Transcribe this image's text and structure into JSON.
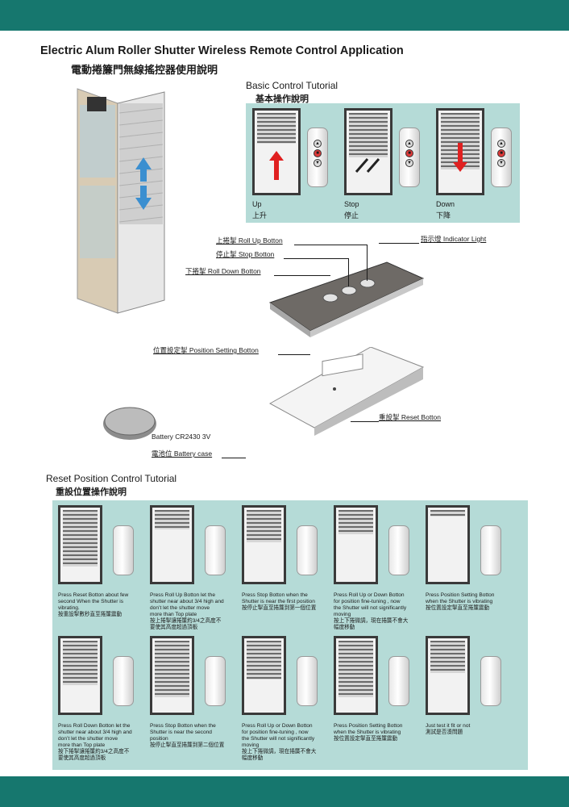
{
  "title_en": "Electric Alum Roller Shutter Wireless Remote Control Application",
  "title_zh": "電動捲簾門無線搖控器使用說明",
  "basic": {
    "title_en": "Basic Control Tutorial",
    "title_zh": "基本操作說明",
    "panels": [
      {
        "label_en": "Up",
        "label_zh": "上升"
      },
      {
        "label_en": "Stop",
        "label_zh": "停止"
      },
      {
        "label_en": "Down",
        "label_zh": "下降"
      }
    ]
  },
  "remote_callouts": {
    "roll_up": "上捲掣 Roll Up Botton",
    "stop": "停止掣 Stop Botton",
    "roll_down": "下捲掣 Roll Down Botton",
    "indicator": "指示燈 Indicator Light",
    "position_setting": "位置設定掣 Position Setting Botton",
    "reset": "重設掣 Reset Botton",
    "battery": "Battery CR2430 3V",
    "battery_case": "電池位 Battery case"
  },
  "remote_symbols": {
    "up": "▲",
    "stop": "■",
    "down": "▼"
  },
  "reset": {
    "title_en": "Reset Position Control Tutorial",
    "title_zh": "重設位置操作說明",
    "steps": [
      {
        "lines": [
          "Press Reset Botton about few",
          "second When the Shutter is",
          "vibrating.",
          "按重設掣數秒直至捲簾震動"
        ]
      },
      {
        "lines": [
          "Press Roll Up Botton let the",
          "shutter near about 3/4 high and",
          "don’t let the shutter move",
          "more than Top plate",
          "按上捲掣讓捲簾約3/4之高度不",
          "要使其高度超過頂板"
        ]
      },
      {
        "lines": [
          "Press Stop Botton when the",
          "Shutter is near the first position",
          "按停止掣直至捲簾到第一個位置"
        ]
      },
      {
        "lines": [
          "Press Roll Up or Down Botton",
          "for position fine-tuning , now",
          "the Shutter will not significantly",
          "moving",
          "按上下捲微調，現在捲簾不會大",
          "幅度移動"
        ]
      },
      {
        "lines": [
          "Press Position Setting Botton",
          "when the Shutter is vibrating",
          "按位置設定掣直至捲簾震動"
        ]
      },
      {
        "lines": [
          "Press Roll Down Botton let the",
          "shutter near about 3/4 high and",
          "don’t let the shutter move",
          "more than Top plate",
          "按下捲掣讓捲簾約3/4之高度不",
          "要使其高度超過頂板"
        ]
      },
      {
        "lines": [
          "Press Stop Botton when the",
          "Shutter is near the second",
          "position",
          "按停止掣直至捲簾到第二個位置"
        ]
      },
      {
        "lines": [
          "Press Roll Up or Down Botton",
          "for position fine-tuning , now",
          "the Shutter will not significantly",
          "moving",
          "按上下捲微調，現在捲簾不會大",
          "幅度移動"
        ]
      },
      {
        "lines": [
          "Press Position Setting Botton",
          "when the Shutter is vibrating",
          "按位置設定掣直至捲簾震動"
        ]
      },
      {
        "lines": [
          "Just test it fit or not",
          "測試是否湊問題"
        ]
      }
    ]
  }
}
